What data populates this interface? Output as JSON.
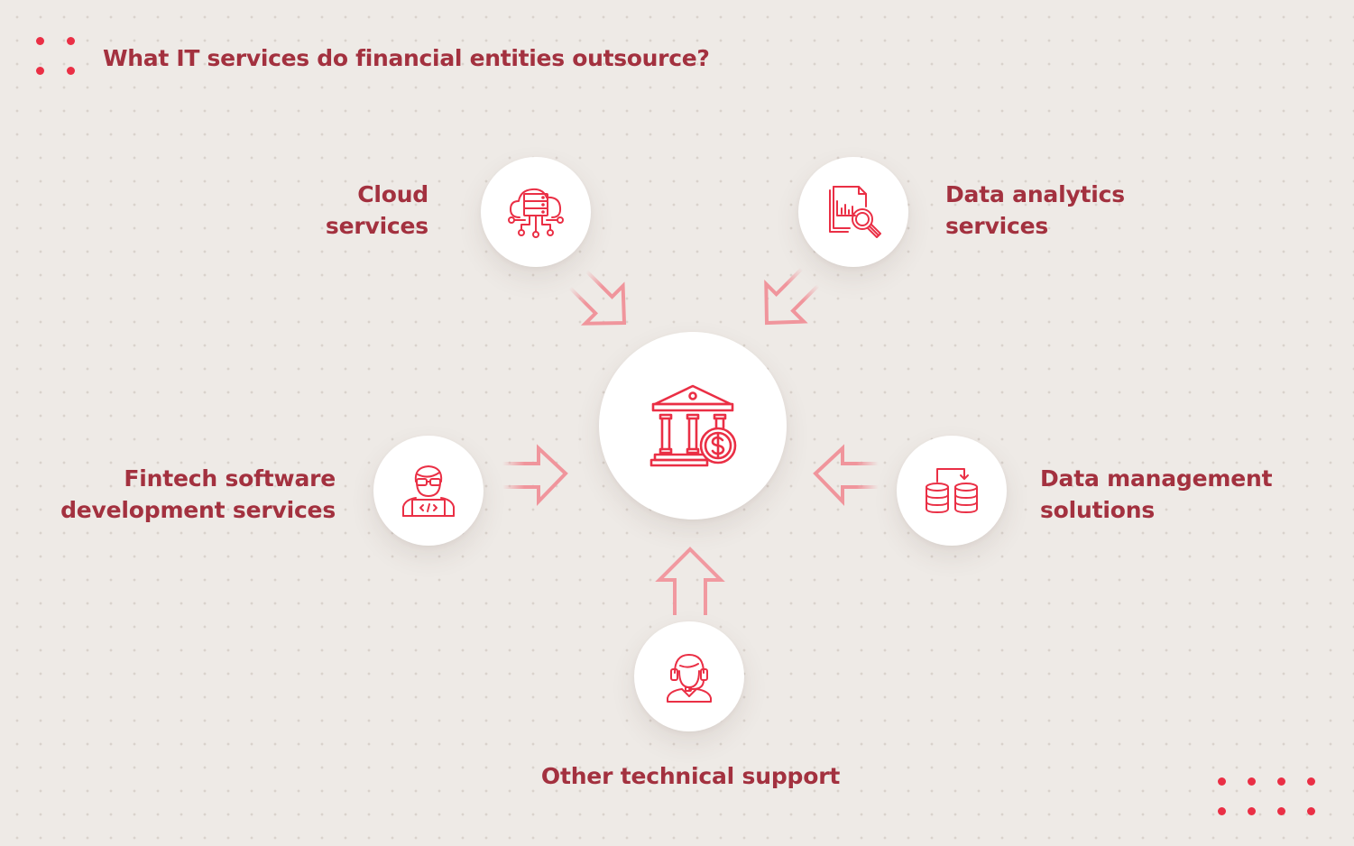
{
  "title": "What IT services do financial entities outsource?",
  "colors": {
    "accent": "#ea2f45",
    "text": "#a3313f",
    "arrow": "#f0959c",
    "background": "#eeeae6"
  },
  "center": {
    "icon": "bank-dollar-icon"
  },
  "nodes": [
    {
      "id": "cloud",
      "icon": "cloud-server-icon",
      "label_lines": [
        "Cloud",
        "services"
      ]
    },
    {
      "id": "analytics",
      "icon": "report-magnifier-icon",
      "label_lines": [
        "Data analytics",
        "services"
      ]
    },
    {
      "id": "fintech",
      "icon": "developer-coder-icon",
      "label_lines": [
        "Fintech software",
        "development services"
      ]
    },
    {
      "id": "data_mgmt",
      "icon": "database-transfer-icon",
      "label_lines": [
        "Data management",
        "solutions"
      ]
    },
    {
      "id": "support",
      "icon": "headset-support-icon",
      "label_lines": [
        "Other technical support"
      ]
    }
  ]
}
